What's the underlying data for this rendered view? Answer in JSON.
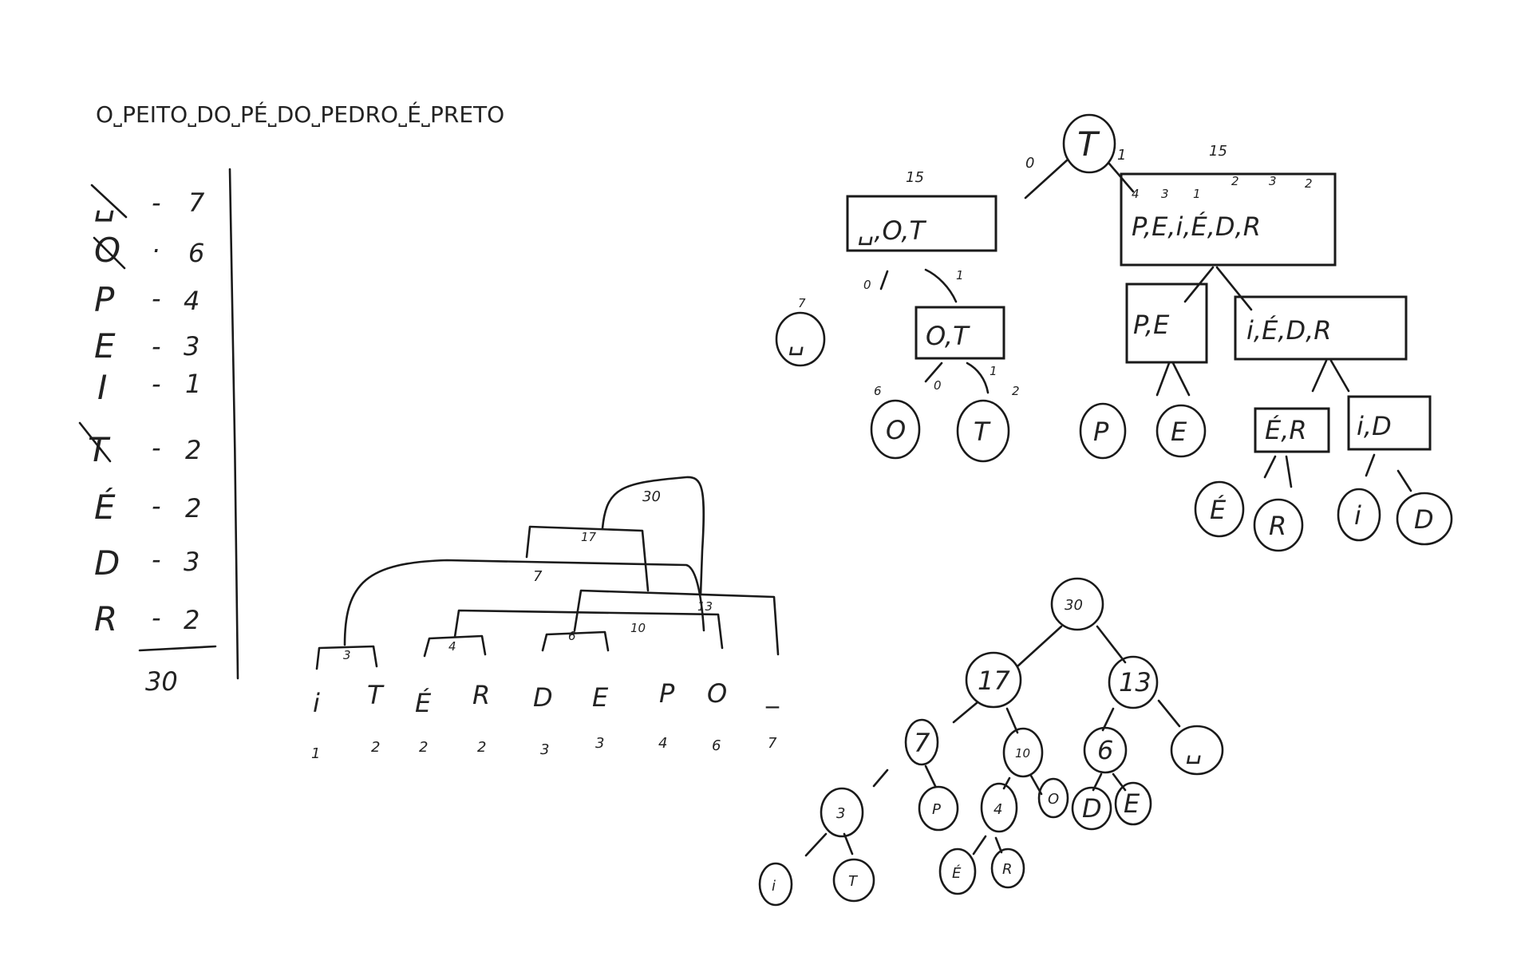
{
  "phrase": "O˽PEITO˽DO˽PÉ˽DO˽PEDRO˽É˽PRETO",
  "frequency_table": {
    "rows": [
      {
        "symbol": "␣",
        "count": "7"
      },
      {
        "symbol": "O",
        "count": "6"
      },
      {
        "symbol": "P",
        "count": "4"
      },
      {
        "symbol": "E",
        "count": "3"
      },
      {
        "symbol": "I",
        "count": "1"
      },
      {
        "symbol": "T",
        "count": "2"
      },
      {
        "symbol": "É",
        "count": "2"
      },
      {
        "symbol": "D",
        "count": "3"
      },
      {
        "symbol": "R",
        "count": "2"
      }
    ],
    "total": "30"
  },
  "sorted_symbols": {
    "items": [
      {
        "symbol": "i",
        "count": "1"
      },
      {
        "symbol": "T",
        "count": "2"
      },
      {
        "symbol": "É",
        "count": "2"
      },
      {
        "symbol": "R",
        "count": "2"
      },
      {
        "symbol": "D",
        "count": "3"
      },
      {
        "symbol": "E",
        "count": "3"
      },
      {
        "symbol": "P",
        "count": "4"
      },
      {
        "symbol": "O",
        "count": "6"
      },
      {
        "symbol": "_",
        "count": "7"
      }
    ],
    "merge_labels": {
      "m1": "3",
      "m2": "4",
      "m3": "6",
      "m4": "7",
      "m5": "10",
      "m6": "13",
      "m7": "17",
      "m8": "30"
    }
  },
  "split_tree": {
    "root": "T",
    "left_edge": "0",
    "right_edge": "1",
    "left_sum": "15",
    "right_sum": "15",
    "left_box": "␣,O,T",
    "right_box": "P,E,i,É,D,R",
    "right_box_weights": [
      "4",
      "3",
      "1",
      "2",
      "3",
      "2"
    ],
    "left_split": {
      "edge0": "0",
      "edge1": "1"
    },
    "space_leaf": "␣",
    "space_weight": "7",
    "ot_box": "O,T",
    "ot_edges": {
      "edge0": "0",
      "edge1": "1"
    },
    "o_leaf": "O",
    "o_weight": "6",
    "t_leaf": "T",
    "t_weight": "2",
    "pe_box": "P,E",
    "ider_box": "i,É,D,R",
    "p_leaf": "P",
    "e_leaf": "E",
    "er_box": "É,R",
    "id_box": "i,D",
    "eacute_leaf": "É",
    "r_leaf": "R",
    "i_leaf": "i",
    "d_leaf": "D"
  },
  "huffman_tree": {
    "root": "30",
    "n17": "17",
    "n13": "13",
    "n7": "7",
    "n10": "10",
    "n6": "6",
    "space": "␣",
    "n3": "3",
    "p": "P",
    "n4": "4",
    "o": "O",
    "d": "D",
    "e": "E",
    "i": "i",
    "t": "T",
    "eacute": "É",
    "r": "R"
  }
}
